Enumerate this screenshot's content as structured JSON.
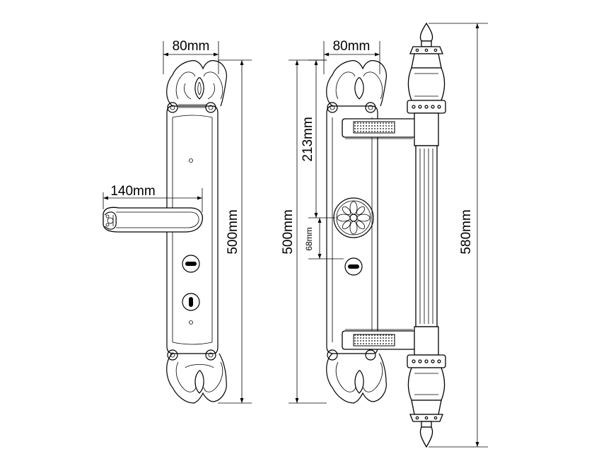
{
  "dimensions": {
    "left_plate_width": "80mm",
    "left_lever_length": "140mm",
    "left_plate_height": "500mm",
    "right_plate_width": "80mm",
    "right_plate_height": "500mm",
    "right_upper_distance": "213mm",
    "right_lower_distance": "68mm",
    "pull_handle_length": "580mm"
  },
  "colors": {
    "line": "#000000",
    "background": "#ffffff"
  }
}
